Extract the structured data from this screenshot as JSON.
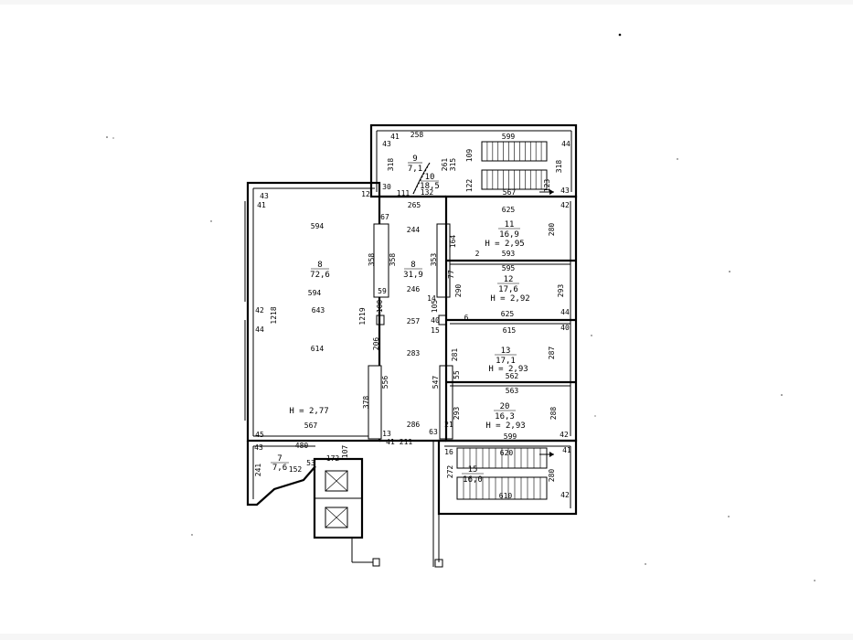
{
  "rooms": [
    {
      "id": "r8a",
      "number": "8",
      "area": "72,6",
      "height": "H = 2,77"
    },
    {
      "id": "r8b",
      "number": "8",
      "area": "31,9"
    },
    {
      "id": "r9",
      "number": "9",
      "area": "7,1"
    },
    {
      "id": "r10",
      "number": "10",
      "area": "18,5"
    },
    {
      "id": "r11",
      "number": "11",
      "area": "16,9",
      "height": "H = 2,95"
    },
    {
      "id": "r12",
      "number": "12",
      "area": "17,6",
      "height": "H = 2,92"
    },
    {
      "id": "r13",
      "number": "13",
      "area": "17,1",
      "height": "H = 2,93"
    },
    {
      "id": "r20",
      "number": "20",
      "area": "16,3",
      "height": "H = 2,93"
    },
    {
      "id": "r15",
      "number": "15",
      "area": "16,0"
    },
    {
      "id": "r7",
      "number": "7",
      "area": "7,6"
    }
  ],
  "dims": {
    "d594a": "594",
    "d594b": "594",
    "d643": "643",
    "d614": "614",
    "d567": "567",
    "d480": "480",
    "d1218": "1218",
    "d1219": "1219",
    "d358a": "358",
    "d358b": "358",
    "d244": "244",
    "d246": "246",
    "d257": "257",
    "d283": "283",
    "d286": "286",
    "d556": "556",
    "d378": "378",
    "d206": "206",
    "d353": "353",
    "d547": "547",
    "d164": "164",
    "d290": "290",
    "d281": "281",
    "d293a": "293",
    "d625a": "625",
    "d593": "593",
    "d595": "595",
    "d625b": "625",
    "d615": "615",
    "d562": "562",
    "d563": "563",
    "d599a": "599",
    "d620": "620",
    "d610": "610",
    "d599b": "599",
    "d567b": "567",
    "d280a": "280",
    "d293b": "293",
    "d287": "287",
    "d288": "288",
    "d280b": "280",
    "d258": "258",
    "d318a": "318",
    "d318b": "318",
    "d261": "261",
    "d315": "315",
    "d109": "109",
    "d122": "122",
    "d123": "123",
    "d265": "265",
    "d132": "132",
    "d111": "111",
    "d211": "211",
    "d172": "172",
    "d152": "152",
    "d241": "241",
    "d272": "272",
    "d43a": "43",
    "d41a": "41",
    "d42a": "42",
    "d44a": "44",
    "d45": "45",
    "d13a": "13",
    "d63": "63",
    "d16a": "16",
    "d21": "21",
    "d40": "40",
    "d15": "15",
    "d6": "6",
    "d2": "2",
    "d77": "77",
    "d59": "59",
    "d67": "67",
    "d43b": "43",
    "d41b": "41",
    "d14": "14",
    "d12": "12",
    "d30": "30",
    "d44b": "44",
    "d43c": "43",
    "d42b": "42",
    "d44c": "44",
    "d43d": "43",
    "d41c": "41",
    "d40b": "40",
    "d42c": "42",
    "d41d": "41",
    "d42d": "42",
    "d100": "100",
    "d107": "107",
    "d105": "105",
    "d55": "55",
    "d53": "53"
  }
}
